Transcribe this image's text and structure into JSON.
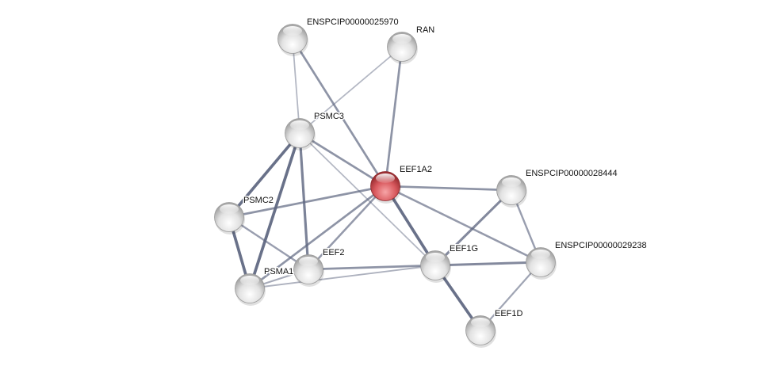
{
  "network": {
    "query_color": "#d9595e",
    "node_color": "#e0e0e0",
    "edge_color": "#5e6680",
    "nodes": [
      {
        "id": "ENSPCIP00000025970",
        "label": "ENSPCIP00000025970",
        "query": false
      },
      {
        "id": "RAN",
        "label": "RAN",
        "query": false
      },
      {
        "id": "PSMC3",
        "label": "PSMC3",
        "query": false
      },
      {
        "id": "EEF1A2",
        "label": "EEF1A2",
        "query": true
      },
      {
        "id": "ENSPCIP00000028444",
        "label": "ENSPCIP00000028444",
        "query": false
      },
      {
        "id": "PSMC2",
        "label": "PSMC2",
        "query": false
      },
      {
        "id": "EEF2",
        "label": "EEF2",
        "query": false
      },
      {
        "id": "PSMA1",
        "label": "PSMA1",
        "query": false
      },
      {
        "id": "EEF1G",
        "label": "EEF1G",
        "query": false
      },
      {
        "id": "ENSPCIP00000029238",
        "label": "ENSPCIP00000029238",
        "query": false
      },
      {
        "id": "EEF1D",
        "label": "EEF1D",
        "query": false
      }
    ],
    "edges": [
      {
        "source": "ENSPCIP00000025970",
        "target": "PSMC3",
        "score": 0.3
      },
      {
        "source": "ENSPCIP00000025970",
        "target": "EEF1A2",
        "score": 0.6
      },
      {
        "source": "RAN",
        "target": "PSMC3",
        "score": 0.3
      },
      {
        "source": "RAN",
        "target": "EEF1A2",
        "score": 0.6
      },
      {
        "source": "PSMC3",
        "target": "EEF1A2",
        "score": 0.6
      },
      {
        "source": "PSMC3",
        "target": "PSMC2",
        "score": 0.9
      },
      {
        "source": "PSMC3",
        "target": "PSMA1",
        "score": 0.9
      },
      {
        "source": "PSMC3",
        "target": "EEF2",
        "score": 0.75
      },
      {
        "source": "PSMC3",
        "target": "EEF1G",
        "score": 0.3
      },
      {
        "source": "PSMC2",
        "target": "EEF1A2",
        "score": 0.6
      },
      {
        "source": "PSMC2",
        "target": "PSMA1",
        "score": 0.9
      },
      {
        "source": "PSMC2",
        "target": "EEF2",
        "score": 0.5
      },
      {
        "source": "EEF1A2",
        "target": "EEF2",
        "score": 0.55
      },
      {
        "source": "EEF1A2",
        "target": "PSMA1",
        "score": 0.6
      },
      {
        "source": "EEF1A2",
        "target": "EEF1G",
        "score": 0.9
      },
      {
        "source": "EEF1A2",
        "target": "ENSPCIP00000028444",
        "score": 0.6
      },
      {
        "source": "EEF1A2",
        "target": "ENSPCIP00000029238",
        "score": 0.55
      },
      {
        "source": "EEF2",
        "target": "EEF1G",
        "score": 0.6
      },
      {
        "source": "PSMA1",
        "target": "EEF1G",
        "score": 0.35
      },
      {
        "source": "PSMA1",
        "target": "EEF2",
        "score": 0.4
      },
      {
        "source": "EEF1G",
        "target": "ENSPCIP00000028444",
        "score": 0.7
      },
      {
        "source": "EEF1G",
        "target": "ENSPCIP00000029238",
        "score": 0.7
      },
      {
        "source": "EEF1G",
        "target": "EEF1D",
        "score": 0.9
      },
      {
        "source": "ENSPCIP00000028444",
        "target": "ENSPCIP00000029238",
        "score": 0.5
      },
      {
        "source": "ENSPCIP00000029238",
        "target": "EEF1D",
        "score": 0.45
      }
    ]
  }
}
